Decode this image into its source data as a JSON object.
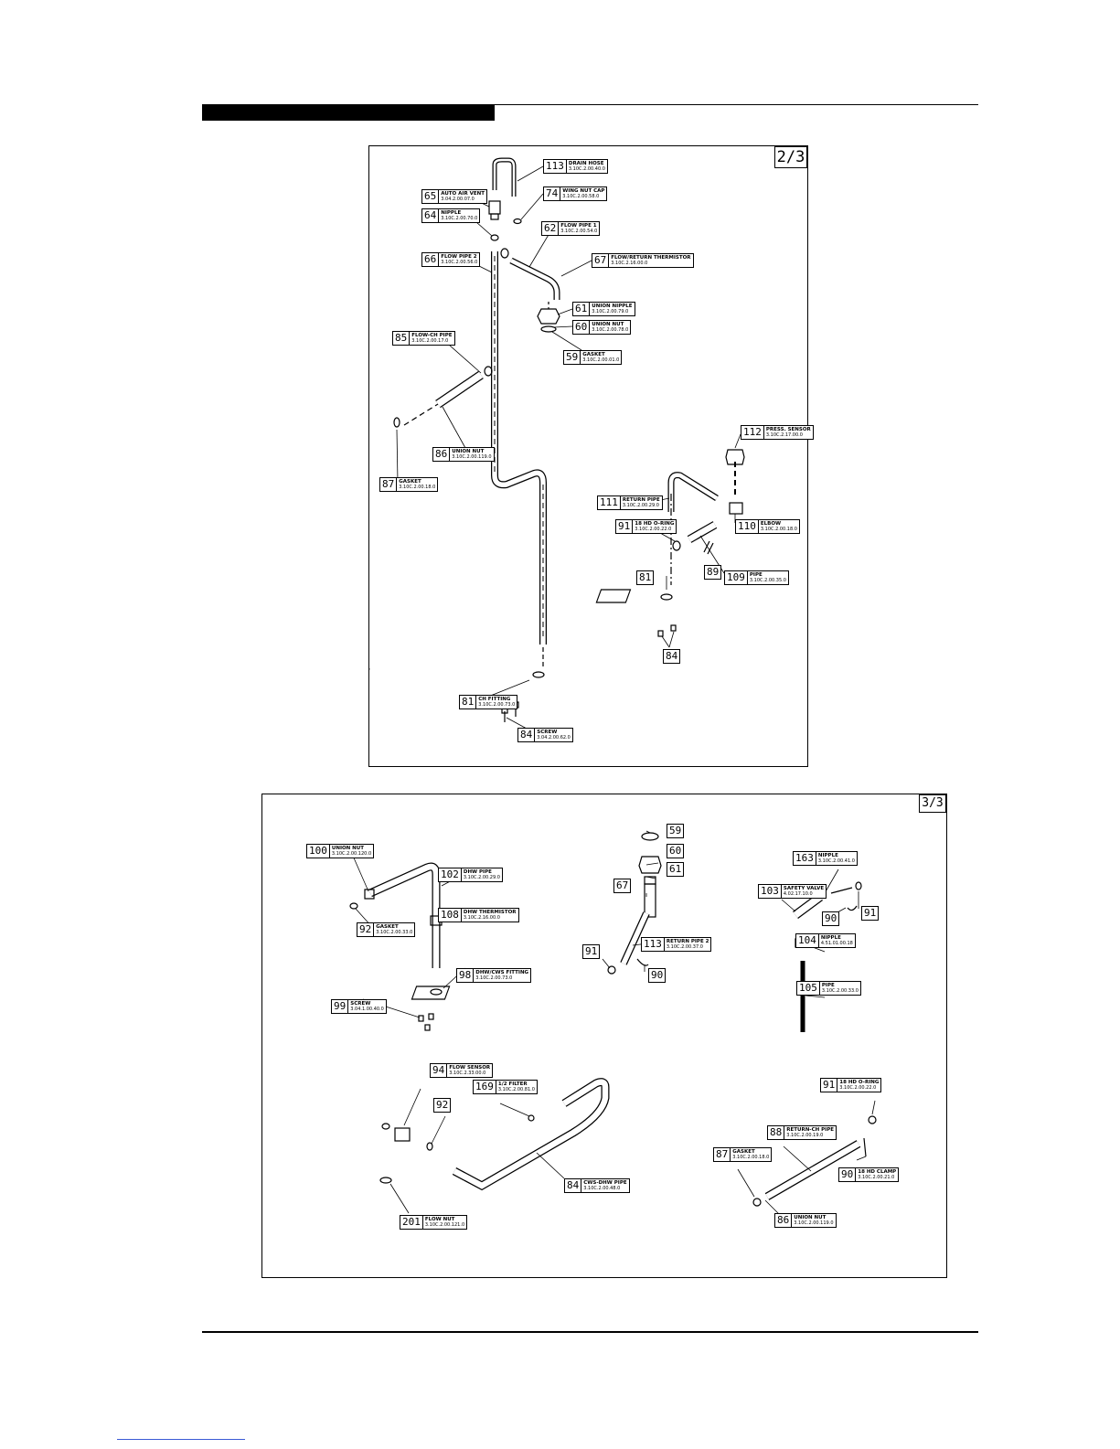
{
  "sheets": {
    "sheet_2": "2/3",
    "sheet_3": "3/3"
  },
  "panel_1": {
    "callouts": [
      {
        "id": "c1",
        "num": "113",
        "name": "DRAIN HOSE",
        "code": "3.10C.2.00.40.0"
      },
      {
        "id": "c2",
        "num": "65",
        "name": "AUTO AIR VENT",
        "code": "3.04.2.00.07.0"
      },
      {
        "id": "c3",
        "num": "74",
        "name": "WING NUT CAP",
        "code": "3.10C.2.00.58.0"
      },
      {
        "id": "c4",
        "num": "64",
        "name": "NIPPLE",
        "code": "3.10C.2.00.70.0"
      },
      {
        "id": "c5",
        "num": "62",
        "name": "FLOW PIPE 1",
        "code": "3.10C.2.00.54.0"
      },
      {
        "id": "c6",
        "num": "66",
        "name": "FLOW PIPE 2",
        "code": "3.10C.2.00.56.0"
      },
      {
        "id": "c7",
        "num": "67",
        "name": "FLOW/RETURN THERMISTOR",
        "code": "3.10C.2.16.00.0"
      },
      {
        "id": "c8",
        "num": "61",
        "name": "UNION NIPPLE",
        "code": "3.10C.2.00.79.0"
      },
      {
        "id": "c9",
        "num": "60",
        "name": "UNION NUT",
        "code": "3.10C.2.00.78.0"
      },
      {
        "id": "c10",
        "num": "59",
        "name": "GASKET",
        "code": "3.10C.2.00.01.0"
      },
      {
        "id": "c11",
        "num": "85",
        "name": "FLOW-CH PIPE",
        "code": "3.10C.2.00.17.0"
      },
      {
        "id": "c12",
        "num": "112",
        "name": "PRESS. SENSOR",
        "code": "3.10C.2.17.00.0"
      },
      {
        "id": "c13",
        "num": "86",
        "name": "UNION NUT",
        "code": "3.10C.2.00.119.0"
      },
      {
        "id": "c14",
        "num": "87",
        "name": "GASKET",
        "code": "3.10C.2.00.18.0"
      },
      {
        "id": "c15",
        "num": "111",
        "name": "RETURN PIPE",
        "code": "3.10C.2.00.29.0"
      },
      {
        "id": "c16",
        "num": "91",
        "name": "18 HD O-RING",
        "code": "3.10C.2.00.22.0"
      },
      {
        "id": "c17",
        "num": "110",
        "name": "ELBOW",
        "code": "3.10C.2.00.18.0"
      },
      {
        "id": "c18",
        "num": "89",
        "name": "",
        "code": ""
      },
      {
        "id": "c19",
        "num": "109",
        "name": "PIPE",
        "code": "3.10C.2.00.35.0"
      },
      {
        "id": "c20",
        "num": "81",
        "name": "",
        "code": ""
      },
      {
        "id": "c21",
        "num": "84",
        "name": "",
        "code": ""
      },
      {
        "id": "c22",
        "num": "81",
        "name": "CH FITTING",
        "code": "3.10C.2.00.73.0"
      },
      {
        "id": "c23",
        "num": "84",
        "name": "SCREW",
        "code": "3.04.2.00.62.0"
      }
    ]
  },
  "panel_2": {
    "callouts": [
      {
        "id": "d1",
        "num": "100",
        "name": "UNION NUT",
        "code": "3.10C.2.00.120.0"
      },
      {
        "id": "d2",
        "num": "102",
        "name": "DHW PIPE",
        "code": "3.10C.2.00.29.0"
      },
      {
        "id": "d3",
        "num": "108",
        "name": "DHW THERMISTOR",
        "code": "3.10C.2.16.00.0"
      },
      {
        "id": "d4",
        "num": "92",
        "name": "GASKET",
        "code": "3.10C.2.00.33.0"
      },
      {
        "id": "d5",
        "num": "98",
        "name": "DHW/CWS FITTING",
        "code": "3.10C.2.00.73.0"
      },
      {
        "id": "d6",
        "num": "99",
        "name": "SCREW",
        "code": "3.04.1.00.40.0"
      },
      {
        "id": "d7",
        "num": "59",
        "name": "",
        "code": ""
      },
      {
        "id": "d8",
        "num": "60",
        "name": "",
        "code": ""
      },
      {
        "id": "d9",
        "num": "61",
        "name": "",
        "code": ""
      },
      {
        "id": "d10",
        "num": "67",
        "name": "",
        "code": ""
      },
      {
        "id": "d11",
        "num": "113",
        "name": "RETURN PIPE 2",
        "code": "3.10C.2.00.37.0"
      },
      {
        "id": "d12",
        "num": "91",
        "name": "",
        "code": ""
      },
      {
        "id": "d13",
        "num": "90",
        "name": "",
        "code": ""
      },
      {
        "id": "d14",
        "num": "163",
        "name": "NIPPLE",
        "code": "3.10C.2.00.41.0"
      },
      {
        "id": "d15",
        "num": "103",
        "name": "SAFETY VALVE",
        "code": "4.02.17.10.0"
      },
      {
        "id": "d16",
        "num": "90",
        "name": "",
        "code": ""
      },
      {
        "id": "d17",
        "num": "91",
        "name": "",
        "code": ""
      },
      {
        "id": "d18",
        "num": "104",
        "name": "NIPPLE",
        "code": "4.51.01.00.18"
      },
      {
        "id": "d19",
        "num": "105",
        "name": "PIPE",
        "code": "3.10C.2.00.33.0"
      },
      {
        "id": "d20",
        "num": "94",
        "name": "FLOW SENSOR",
        "code": "3.10C.2.33.00.0"
      },
      {
        "id": "d21",
        "num": "169",
        "name": "1/2 FILTER",
        "code": "3.10C.2.00.81.0"
      },
      {
        "id": "d22",
        "num": "92",
        "name": "",
        "code": ""
      },
      {
        "id": "d23",
        "num": "91",
        "name": "18 HD O-RING",
        "code": "3.10C.2.00.22.0"
      },
      {
        "id": "d24",
        "num": "88",
        "name": "RETURN-CH PIPE",
        "code": "3.10C.2.00.19.0"
      },
      {
        "id": "d25",
        "num": "87",
        "name": "GASKET",
        "code": "3.10C.2.00.18.0"
      },
      {
        "id": "d26",
        "num": "90",
        "name": "18 HD CLAMP",
        "code": "3.10C.2.00.21.0"
      },
      {
        "id": "d27",
        "num": "84",
        "name": "CWS-DHW PIPE",
        "code": "3.10C.2.00.48.0"
      },
      {
        "id": "d28",
        "num": "86",
        "name": "UNION NUT",
        "code": "3.10C.2.00.119.0"
      },
      {
        "id": "d29",
        "num": "201",
        "name": "FLOW NUT",
        "code": "3.10C.2.00.121.0"
      }
    ]
  }
}
